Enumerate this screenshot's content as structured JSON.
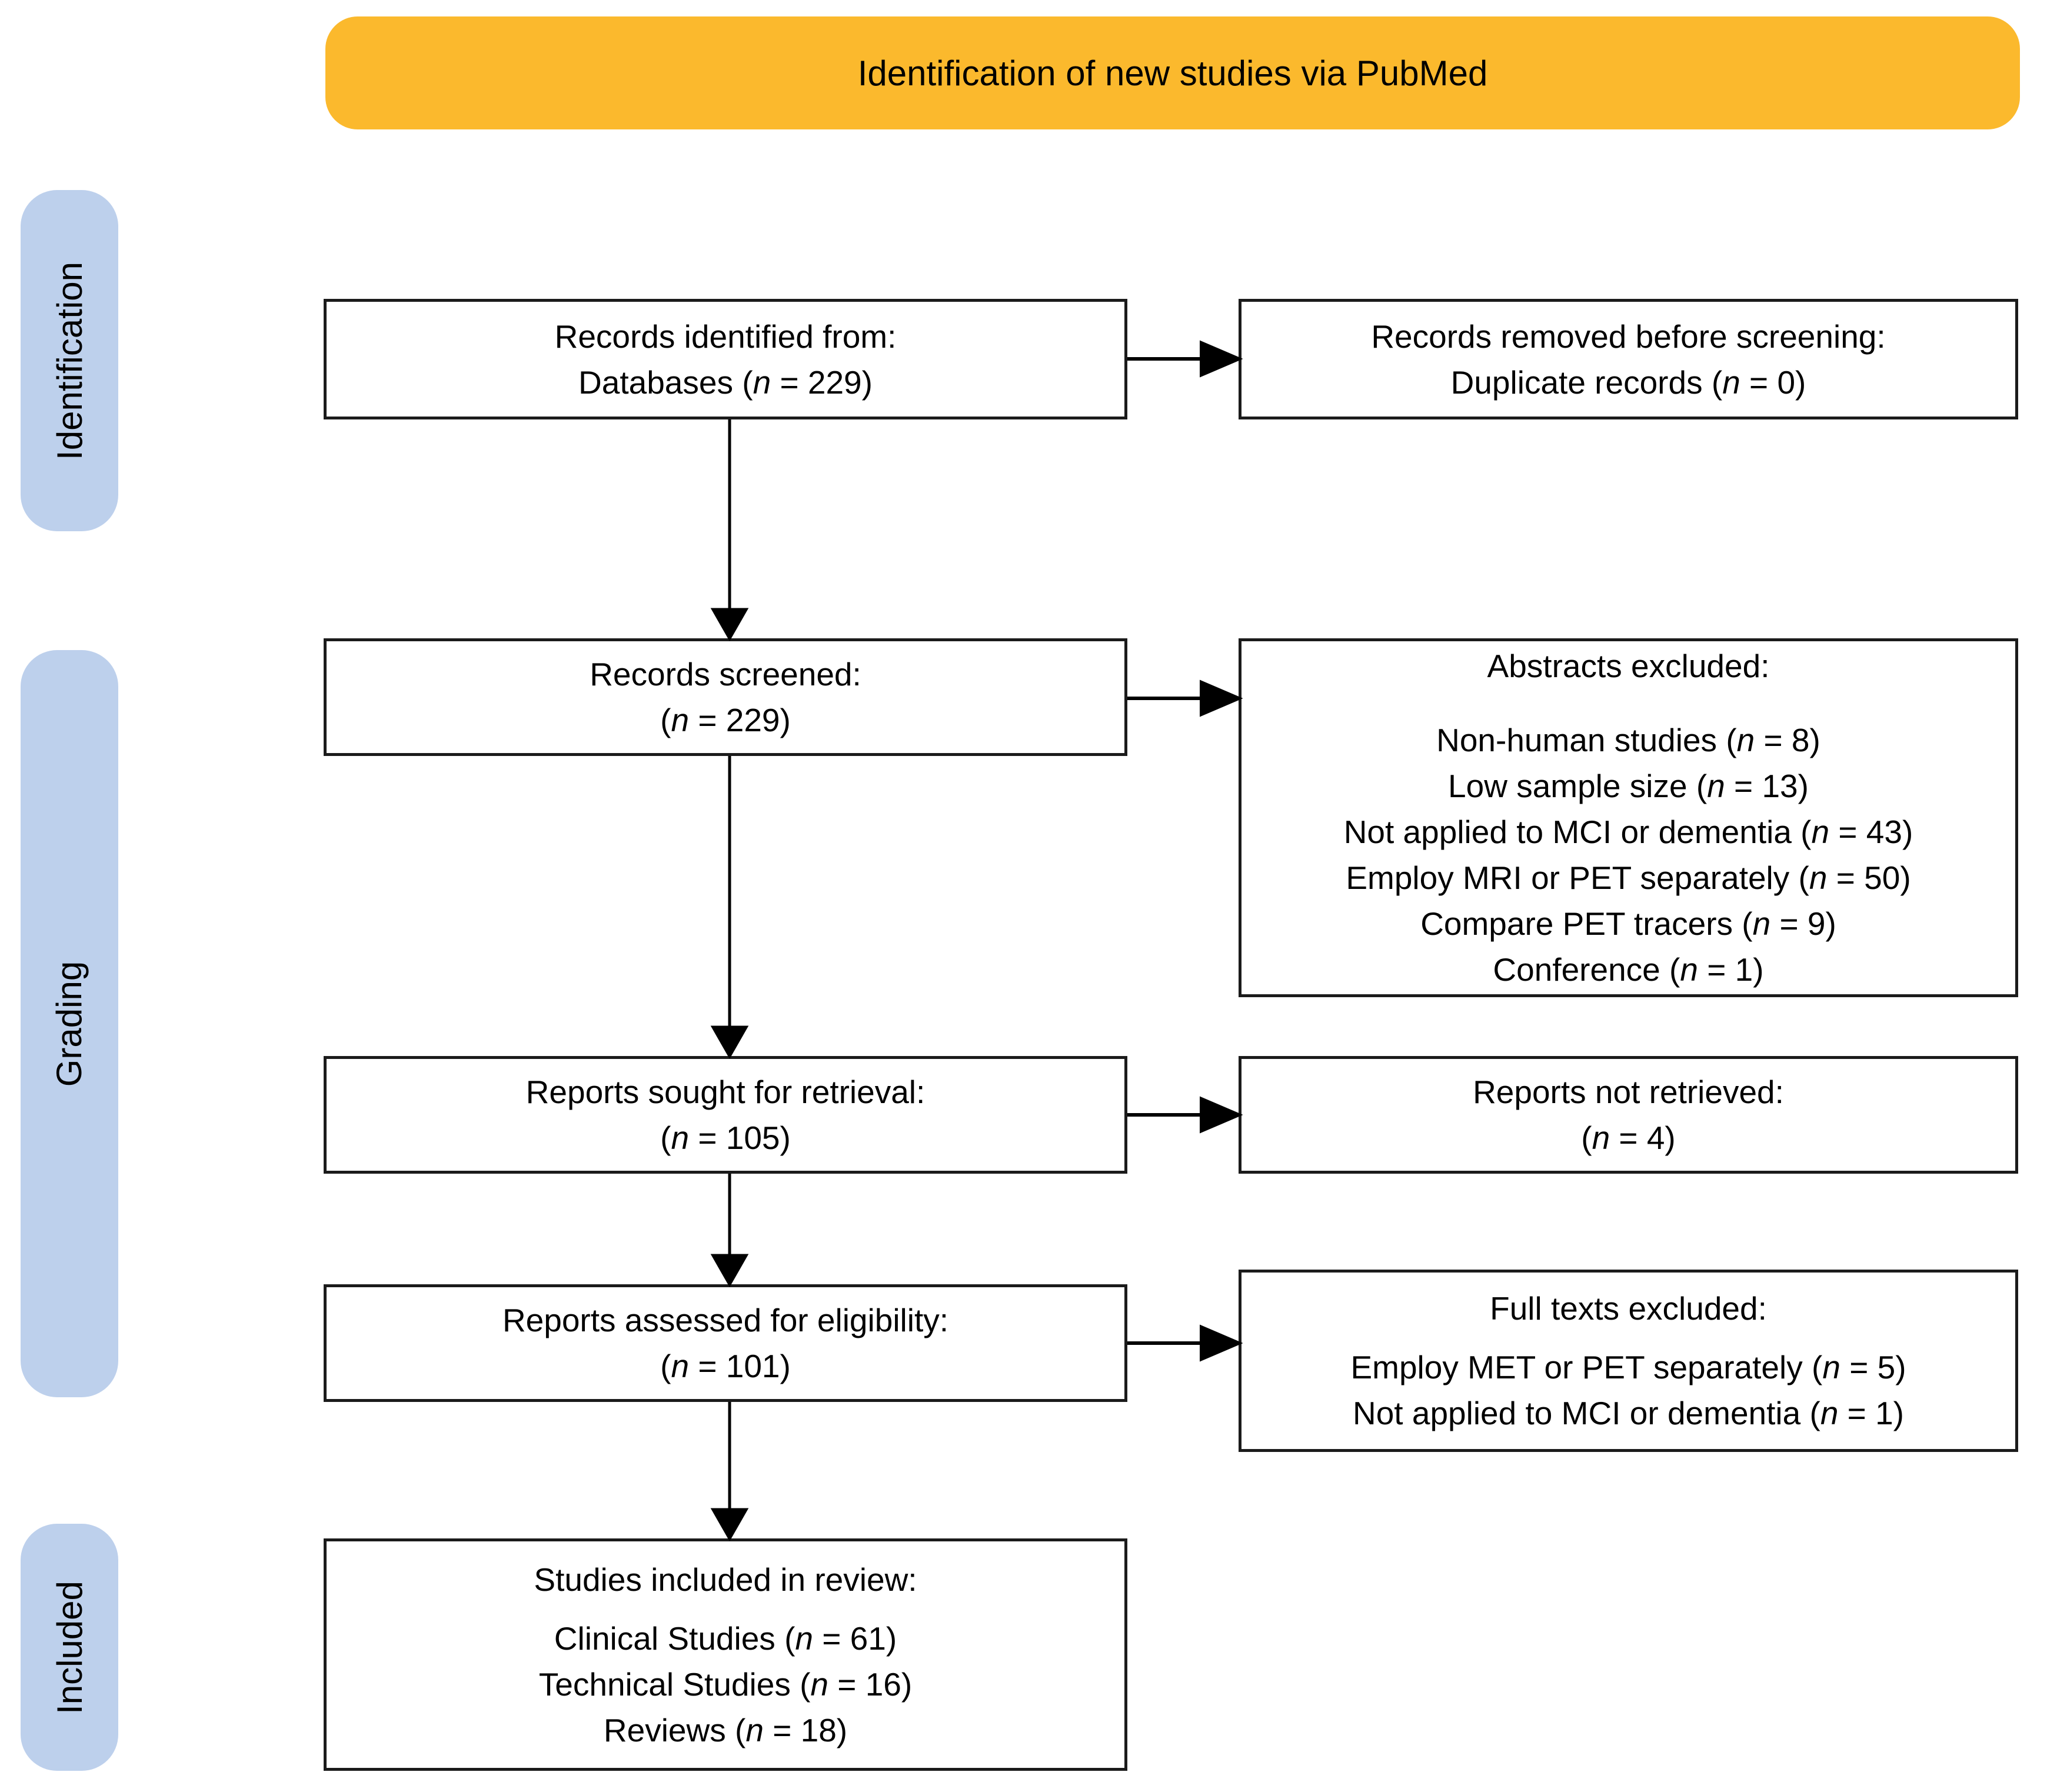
{
  "title": "Identification of new studies via PubMed",
  "colors": {
    "header_bg": "#FBB92D",
    "stage_bg": "#BDD0EC",
    "box_border": "#1B1B1B",
    "arrow": "#000000"
  },
  "stages": [
    {
      "label": "Identification"
    },
    {
      "label": "Grading"
    },
    {
      "label": "Included"
    }
  ],
  "flow": {
    "records_identified": {
      "lines": [
        "Records identified from:",
        "Databases (n = 229)"
      ]
    },
    "records_removed": {
      "lines": [
        "Records removed before screening:",
        "Duplicate records (n = 0)"
      ]
    },
    "records_screened": {
      "lines": [
        "Records screened:",
        "(n = 229)"
      ]
    },
    "abstracts_excluded": {
      "title": "Abstracts excluded:",
      "items": [
        "Non-human studies (n = 8)",
        "Low sample size (n = 13)",
        "Not applied to MCI or dementia (n = 43)",
        "Employ MRI or PET separately (n = 50)",
        "Compare PET tracers (n = 9)",
        "Conference (n = 1)"
      ]
    },
    "reports_sought": {
      "lines": [
        "Reports sought for retrieval:",
        "(n = 105)"
      ]
    },
    "reports_not_retrieved": {
      "lines": [
        "Reports not retrieved:",
        "(n = 4)"
      ]
    },
    "reports_assessed": {
      "lines": [
        "Reports assessed for eligibility:",
        "(n = 101)"
      ]
    },
    "fulltexts_excluded": {
      "title": "Full texts excluded:",
      "items": [
        "Employ MET or PET separately (n = 5)",
        "Not applied to MCI or dementia (n = 1)"
      ]
    },
    "studies_included": {
      "title": "Studies included in review:",
      "items": [
        "Clinical Studies (n = 61)",
        "Technical Studies (n = 16)",
        "Reviews (n = 18)"
      ]
    }
  }
}
